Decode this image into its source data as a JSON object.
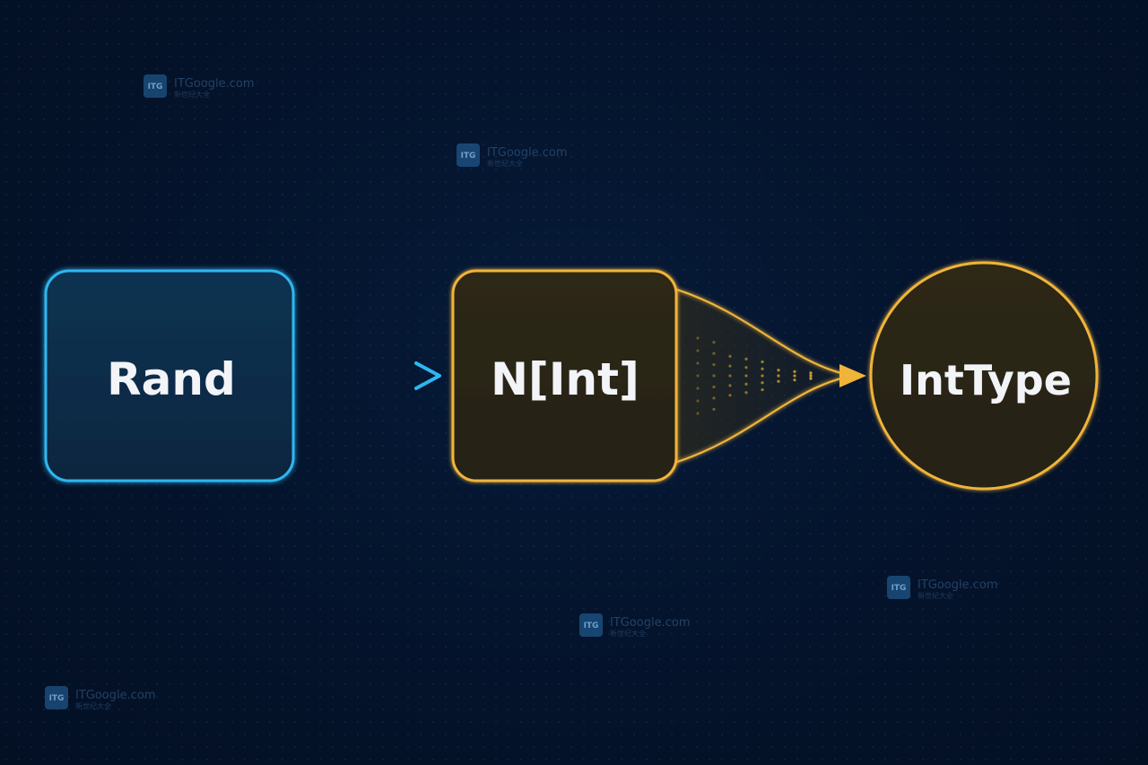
{
  "colors": {
    "background": "#04132b",
    "blue_accent": "#2fb6f0",
    "amber_accent": "#f0b43a",
    "text": "#f2f4f8"
  },
  "nodes": [
    {
      "id": "rand",
      "label": "Rand",
      "shape": "rounded-rect",
      "color": "blue"
    },
    {
      "id": "n-int",
      "label": "N[Int]",
      "shape": "rounded-rect",
      "color": "amber"
    },
    {
      "id": "int-type",
      "label": "IntType",
      "shape": "circle",
      "color": "amber"
    }
  ],
  "edges": [
    {
      "from": "rand",
      "to": "n-int",
      "style": "arrow",
      "color": "blue"
    },
    {
      "from": "n-int",
      "to": "int-type",
      "style": "funnel-arrow",
      "color": "amber"
    }
  ],
  "watermark": {
    "logo_text": "ITG",
    "text": "ITGoogle.com",
    "sub": "新世纪大全"
  }
}
